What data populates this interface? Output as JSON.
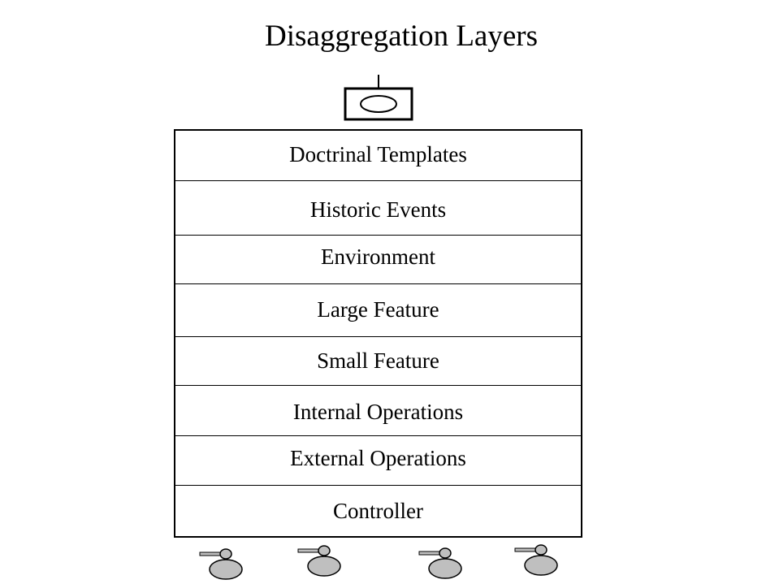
{
  "title": "Disaggregation Layers",
  "layers": [
    "Doctrinal Templates",
    "Historic Events",
    "Environment",
    "Large Feature",
    "Small Feature",
    "Internal Operations",
    "External Operations",
    "Controller"
  ],
  "icons": {
    "unit_symbol": "unit-symbol-icon",
    "vehicle": "tank-icon"
  },
  "colors": {
    "line": "#000000",
    "vehicle_fill": "#bfbfbf",
    "background": "#ffffff"
  }
}
